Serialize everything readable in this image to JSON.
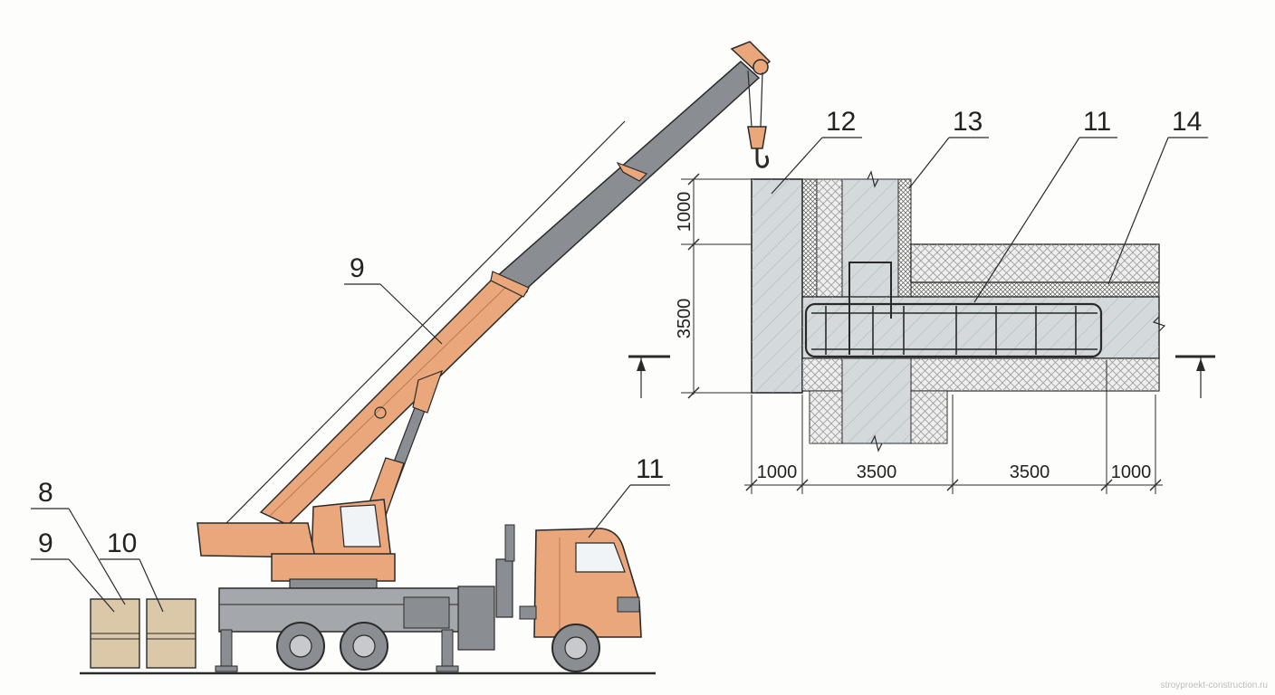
{
  "callouts": {
    "crane_boom": "9",
    "crane_truck": "11",
    "stack_top_label": "8",
    "stack_left_label": "9",
    "stack_right_label": "10",
    "section_left": "12",
    "section_wall": "13",
    "section_rebar": "11",
    "section_right": "14"
  },
  "dimensions": {
    "vertical_top": "1000",
    "vertical_main": "3500",
    "bottom": [
      "1000",
      "3500",
      "3500",
      "1000"
    ]
  },
  "watermark": "stroyproekt-construction.ru",
  "colors": {
    "crane_orange": "#e9a77b",
    "truck_grey": "#8a8d91",
    "concrete": "#d4dadb",
    "insulation": "#eeeeee",
    "line": "#2a2a2a"
  }
}
